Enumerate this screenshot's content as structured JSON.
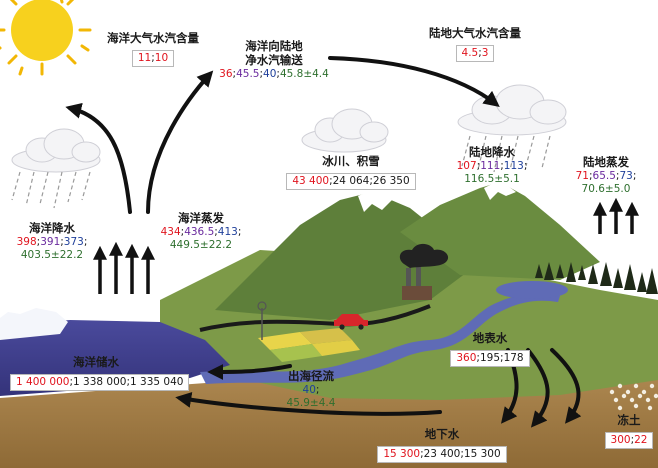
{
  "ocean_vapor": {
    "title": "海洋大气水汽含量",
    "v1": "11",
    "sep": ";",
    "v2": "10"
  },
  "land_vapor": {
    "title": "陆地大气水汽含量",
    "v1": "4.5",
    "sep": ";",
    "v2": "3"
  },
  "net_transport": {
    "title1": "海洋向陆地",
    "title2": "净水汽输送",
    "v1": "36",
    "s1": ";",
    "v2": "45.5",
    "s2": ";",
    "v3": "40",
    "s3": ";",
    "v4": "45.8±4.4"
  },
  "ocean_precip": {
    "title": "海洋降水",
    "v1": "398",
    "s1": ";",
    "v2": "391",
    "s2": ";",
    "v3": "373",
    "s3": ";",
    "v4": "403.5±22.2"
  },
  "ocean_evap": {
    "title": "海洋蒸发",
    "v1": "434",
    "s1": ";",
    "v2": "436.5",
    "s2": ";",
    "v3": "413",
    "s3": ";",
    "v4": "449.5±22.2"
  },
  "ice_snow": {
    "title": "冰川、积雪",
    "v1": "43 400",
    "s1": ";",
    "v2": "24 064",
    "s2": ";",
    "v3": "26 350"
  },
  "land_precip": {
    "title": "陆地降水",
    "v1": "107",
    "s1": ";",
    "v2": "111",
    "s2": ";",
    "v3": "113",
    "s3": ";",
    "v4": "116.5±5.1"
  },
  "land_evap": {
    "title": "陆地蒸发",
    "v1": "71",
    "s1": ";",
    "v2": "65.5",
    "s2": ";",
    "v3": "73",
    "s3": ";",
    "v4": "70.6±5.0"
  },
  "surface_water": {
    "title": "地表水",
    "v1": "360",
    "s1": ";",
    "v2": "195",
    "s2": ";",
    "v3": "178"
  },
  "ocean_storage": {
    "title": "海洋储水",
    "v1": "1 400 000",
    "s1": ";",
    "v2": "1 338 000",
    "s2": ";",
    "v3": "1 335 040"
  },
  "runoff": {
    "title": "出海径流",
    "v1": "",
    "s1": "",
    "v2": "",
    "s2": "",
    "v3": "40",
    "s3": ";",
    "v4": "45.9±4.4"
  },
  "groundwater": {
    "title": "地下水",
    "v1": "15 300",
    "s1": ";",
    "v2": "23 400",
    "s2": ";",
    "v3": "15 300"
  },
  "permafrost": {
    "title": "冻土",
    "v1": "300",
    "s1": ";",
    "v2": "22"
  },
  "colors": {
    "ref1": "#e0141e",
    "ref2": "#6a2a9e",
    "ref3": "#1f3f9a",
    "ref4": "#2e6f2e",
    "sky": "#ffffff",
    "ocean": "#3e3d8e",
    "soil": "#a6834f",
    "mountain": "#6e8f46",
    "sun": "#f7d11e"
  }
}
